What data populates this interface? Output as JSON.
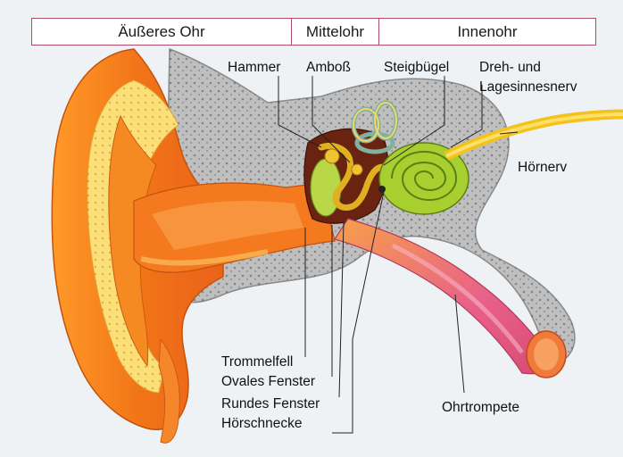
{
  "header": {
    "outer_ear": "Äußeres Ohr",
    "middle_ear": "Mittelohr",
    "inner_ear": "Innenohr"
  },
  "labels": {
    "hammer": "Hammer",
    "amboss": "Amboß",
    "steigbuegel": "Steigbügel",
    "dreh_1": "Dreh- und",
    "dreh_2": "Lagesinnesnerv",
    "hoernerv": "Hörnerv",
    "trommelfell": "Trommelfell",
    "ovales_fenster": "Ovales Fenster",
    "rundes_fenster": "Rundes Fenster",
    "hoerschnecke": "Hörschnecke",
    "ohrtrompete": "Ohrtrompete"
  },
  "colors": {
    "outer_skin": "#f07a1e",
    "skin_light": "#f6a843",
    "bone_gray": "#bdbdbd",
    "cochlea_green": "#a6cf2f",
    "nerve_yellow": "#f5c21c",
    "tube_pink": "#e8608a",
    "cavity_brown": "#6a2310"
  }
}
